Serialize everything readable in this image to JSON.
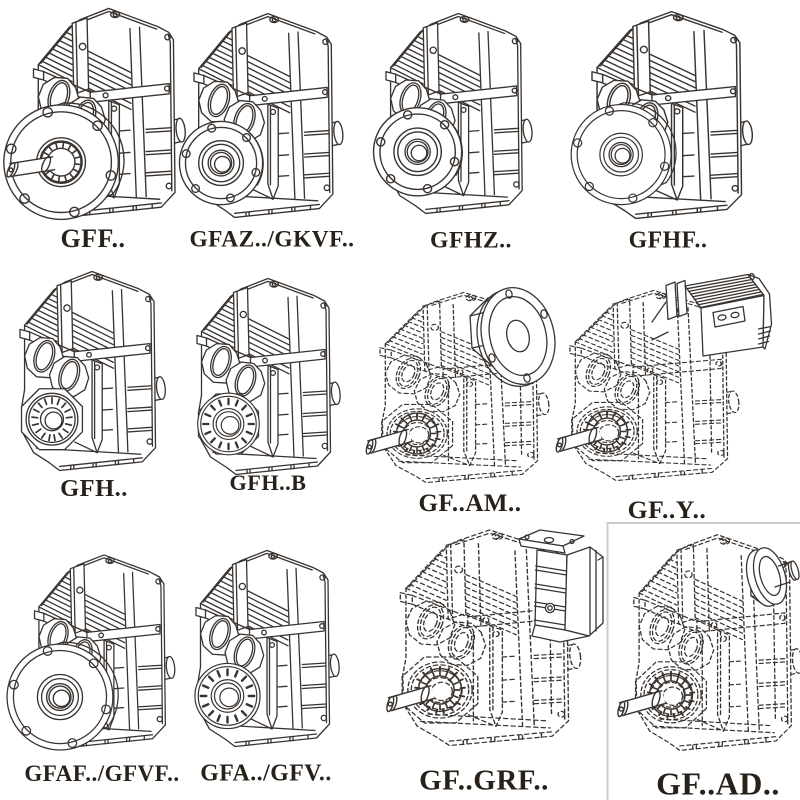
{
  "page": {
    "background": "#ffffff",
    "line_color": "#3a3430",
    "label_color": "#272119",
    "cell_border_color": "#cfcfcf",
    "description": "Catalog sheet with 12 isometric line drawings of parallel shaft helical gear reducers"
  },
  "cells": [
    {
      "label": "GFF..",
      "symbol": "#var-gff",
      "drawing": "flange-mounted reducer with solid output shaft"
    },
    {
      "label": "GFAZ../GKVF..",
      "symbol": "#var-gfaz",
      "drawing": "small flange reducer with hollow output bore"
    },
    {
      "label": "GFHZ..",
      "symbol": "#var-gfhz",
      "drawing": "hollow shaft reducer with medium flange"
    },
    {
      "label": "GFHF..",
      "symbol": "#var-gfhf",
      "drawing": "large flange reducer with hollow bore"
    },
    {
      "label": "GFH..",
      "symbol": "#var-gfh",
      "drawing": "shaft mounted reducer with hollow splined bore"
    },
    {
      "label": "GFH..B",
      "symbol": "#var-gfhb",
      "drawing": "shaft mounted reducer with hollow bore, foot variant"
    },
    {
      "label": "GF..AM..",
      "symbol": "#var-gfam",
      "drawing": "phantom reducer with IEC adapter flange input"
    },
    {
      "label": "GF..Y..",
      "symbol": "#var-gfy",
      "drawing": "phantom reducer with mounted motor"
    },
    {
      "label": "GFAF../GFVF..",
      "symbol": "#var-gfaf",
      "drawing": "large flange reducer with hollow bore"
    },
    {
      "label": "GFA../GFV..",
      "symbol": "#var-gfa",
      "drawing": "reducer with large bearing boss and hollow bore"
    },
    {
      "label": "GF..GRF..",
      "symbol": "#var-gfgrf",
      "drawing": "phantom reducer with primary gear unit input"
    },
    {
      "label": "GF..AD..",
      "symbol": "#var-gfad",
      "drawing": "phantom reducer with free input shaft adapter"
    }
  ]
}
